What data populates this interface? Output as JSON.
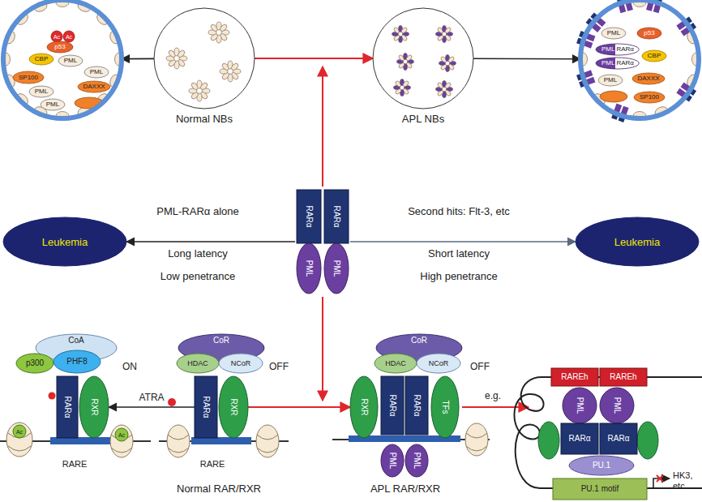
{
  "diagram": {
    "nodes": [
      {
        "text": []
      },
      {
        "text": [
          "Ac"
        ],
        "in": 0
      },
      {
        "text": [
          "Ac"
        ],
        "in": 0
      },
      {
        "text": [
          "p53"
        ],
        "in": 0
      },
      {
        "text": [
          "CBP"
        ],
        "in": 0
      },
      {
        "text": [
          "PML"
        ],
        "in": 0
      },
      {
        "text": [
          "PML"
        ],
        "in": 0
      },
      {
        "text": [
          "SP100"
        ],
        "in": 0
      },
      {
        "text": [
          "PML"
        ],
        "in": 0
      },
      {
        "text": [
          "DAXXX"
        ],
        "in": 0
      },
      {
        "text": [
          "PML"
        ],
        "in": 0
      },
      {
        "text": [
          "Normal NBs"
        ]
      },
      {
        "text": [
          "APL NBs"
        ]
      },
      {
        "text": []
      },
      {
        "text": [
          "PML"
        ],
        "in": 13
      },
      {
        "text": [
          "p53"
        ],
        "in": 13
      },
      {
        "text": [
          "PML",
          "RARα"
        ],
        "in": 13
      },
      {
        "text": [
          "PML",
          "RARα"
        ],
        "in": 13
      },
      {
        "text": [
          "CBP"
        ],
        "in": 13
      },
      {
        "text": [
          "PML"
        ],
        "in": 13
      },
      {
        "text": [
          "DAXXX"
        ],
        "in": 13
      },
      {
        "text": [
          "SP100"
        ],
        "in": 13
      },
      {
        "text": []
      },
      {
        "text": [
          "RARα"
        ],
        "in": 22
      },
      {
        "text": [
          "RARα"
        ],
        "in": 22
      },
      {
        "text": [
          "PML"
        ],
        "in": 22
      },
      {
        "text": [
          "PML"
        ],
        "in": 22
      },
      {
        "text": [
          "Leukemia"
        ]
      },
      {
        "text": [
          "Leukemia"
        ]
      },
      {
        "text": [
          "CoA"
        ]
      },
      {
        "text": [
          "p300"
        ]
      },
      {
        "text": [
          "PHF8"
        ]
      },
      {
        "text": [
          "RARα"
        ]
      },
      {
        "text": [
          "RXR"
        ]
      },
      {
        "text": [
          "Ac"
        ]
      },
      {
        "text": [
          "Ac"
        ]
      },
      {
        "text": [
          "CoR"
        ]
      },
      {
        "text": [
          "HDAC"
        ]
      },
      {
        "text": [
          "NCoR"
        ]
      },
      {
        "text": [
          "RARα"
        ]
      },
      {
        "text": [
          "RXR"
        ]
      },
      {
        "text": [
          "CoR"
        ]
      },
      {
        "text": [
          "HDAC"
        ]
      },
      {
        "text": [
          "NCoR"
        ]
      },
      {
        "text": [
          "RXR"
        ]
      },
      {
        "text": [
          "RARα"
        ]
      },
      {
        "text": [
          "RARα"
        ]
      },
      {
        "text": [
          "TFs"
        ]
      },
      {
        "text": [
          "PML"
        ]
      },
      {
        "text": [
          "PML"
        ]
      },
      {
        "text": [
          "RAREh"
        ]
      },
      {
        "text": [
          "RAREh"
        ]
      },
      {
        "text": [
          "PML"
        ]
      },
      {
        "text": [
          "PML"
        ]
      },
      {
        "text": [
          "RARα"
        ]
      },
      {
        "text": [
          "RARα"
        ]
      },
      {
        "text": [
          "PU.1"
        ]
      },
      {
        "text": [
          "PU.1 motif"
        ]
      }
    ],
    "edges": [
      {
        "from": 11,
        "to": 0,
        "arrow": "to"
      },
      {
        "from": 11,
        "to": 12,
        "arrow": "to"
      },
      {
        "from": 12,
        "to": 13,
        "arrow": "to"
      },
      {
        "from": 22,
        "to": 27,
        "arrow": "to"
      },
      {
        "from": 22,
        "to": 28,
        "arrow": "to"
      },
      {
        "from": 39,
        "to": 33,
        "label": "ATRA",
        "arrow": "to"
      },
      {
        "from": 40,
        "to": 44,
        "arrow": "to"
      }
    ],
    "labels": [
      "PML-RARα alone",
      "Long latency",
      "Low penetrance",
      "Second hits: Flt-3, etc",
      "Short latency",
      "High penetrance",
      "ON",
      "RARE",
      "OFF",
      "RARE",
      "Normal RAR/RXR",
      "OFF",
      "APL RAR/RXR",
      "e.g.",
      "HK3, etc"
    ]
  }
}
